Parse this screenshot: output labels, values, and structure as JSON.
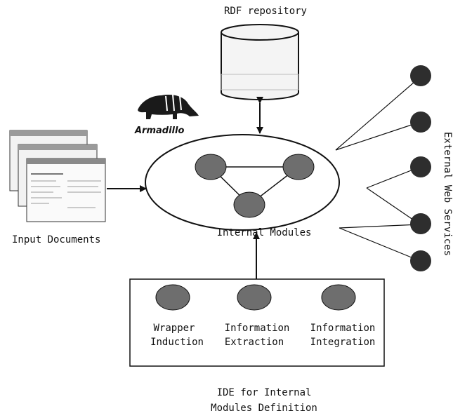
{
  "diagram": {
    "repository_label": "RDF repository",
    "logo_text": "Armadillo",
    "input_label": "Input Documents",
    "internal_label": "Internal Modules",
    "external_label": "External Web Services",
    "ide": {
      "modules": [
        {
          "line1": "Wrapper",
          "line2": "Induction"
        },
        {
          "line1": "Information",
          "line2": "Extraction"
        },
        {
          "line1": "Information",
          "line2": "Integration"
        }
      ],
      "caption_line1": "IDE for Internal",
      "caption_line2": "Modules Definition"
    }
  },
  "colors": {
    "node_fill": "#6e6e6e",
    "dark_node_fill": "#2e2e2e",
    "stroke": "#111111"
  }
}
